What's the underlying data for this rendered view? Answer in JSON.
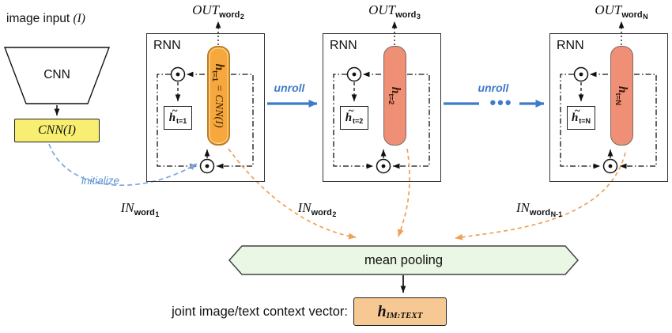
{
  "colors": {
    "unroll_blue": "#3E7BCB",
    "initialize_blue": "#7CA6DE",
    "pooling_arrow_orange": "#EFA055",
    "h1_block_fill": "#F6A83E",
    "h_block_fill": "#EE8F76",
    "cnn_feature_fill": "#F8EE71",
    "mean_pooling_fill": "#E9F7E4",
    "context_vector_fill": "#F6C893"
  },
  "image_input": {
    "prefix": "image input ",
    "var": "(I)"
  },
  "cnn": {
    "label": "CNN"
  },
  "cnn_feature": {
    "label": "CNN(I)"
  },
  "initialize_label": "initialize",
  "unroll": {
    "first": "unroll",
    "second": "unroll"
  },
  "ellipsis": "•••",
  "pooling": {
    "label": "mean pooling"
  },
  "context_vector": {
    "caption": "joint image/text context vector:",
    "base": "h",
    "sub": "IM:TEXT"
  },
  "blocks": [
    {
      "name": "RNN",
      "out": {
        "base": "OUT",
        "sub": "word",
        "subsub": "2"
      },
      "in": {
        "base": "IN",
        "sub": "word",
        "subsub": "1"
      },
      "h": {
        "base": "h",
        "sub": "t=1",
        "suffix": " = CNN(I)"
      },
      "htilde": {
        "tilde": "~",
        "base": "h",
        "sub": "t=1"
      }
    },
    {
      "name": "RNN",
      "out": {
        "base": "OUT",
        "sub": "word",
        "subsub": "3"
      },
      "in": {
        "base": "IN",
        "sub": "word",
        "subsub": "2"
      },
      "h": {
        "base": "h",
        "sub": "t=2",
        "suffix": ""
      },
      "htilde": {
        "tilde": "~",
        "base": "h",
        "sub": "t=2"
      }
    },
    {
      "name": "RNN",
      "out": {
        "base": "OUT",
        "sub": "word",
        "subsub": "N"
      },
      "in": {
        "base": "IN",
        "sub": "word",
        "subsub": "N-1"
      },
      "h": {
        "base": "h",
        "sub": "t=N",
        "suffix": ""
      },
      "htilde": {
        "tilde": "~",
        "base": "h",
        "sub": "t=N"
      }
    }
  ]
}
